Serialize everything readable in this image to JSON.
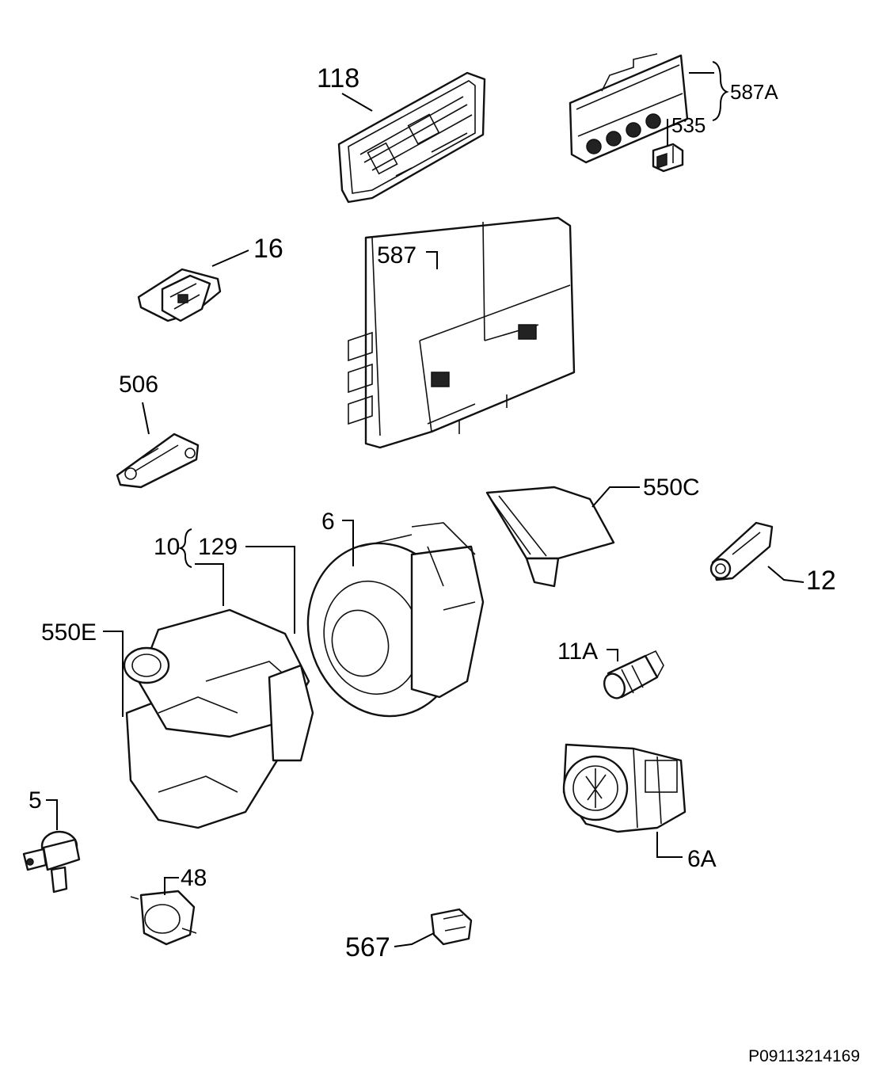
{
  "labels": {
    "p118": "118",
    "p587A": "587A",
    "p535": "535",
    "p16": "16",
    "p587": "587",
    "p506": "506",
    "p550C": "550C",
    "p6": "6",
    "p10": "10",
    "p129": "129",
    "p12": "12",
    "p550E": "550E",
    "p11A": "11A",
    "p5": "5",
    "p48": "48",
    "p6A": "6A",
    "p567": "567"
  },
  "diagram_code": "P09113214169"
}
